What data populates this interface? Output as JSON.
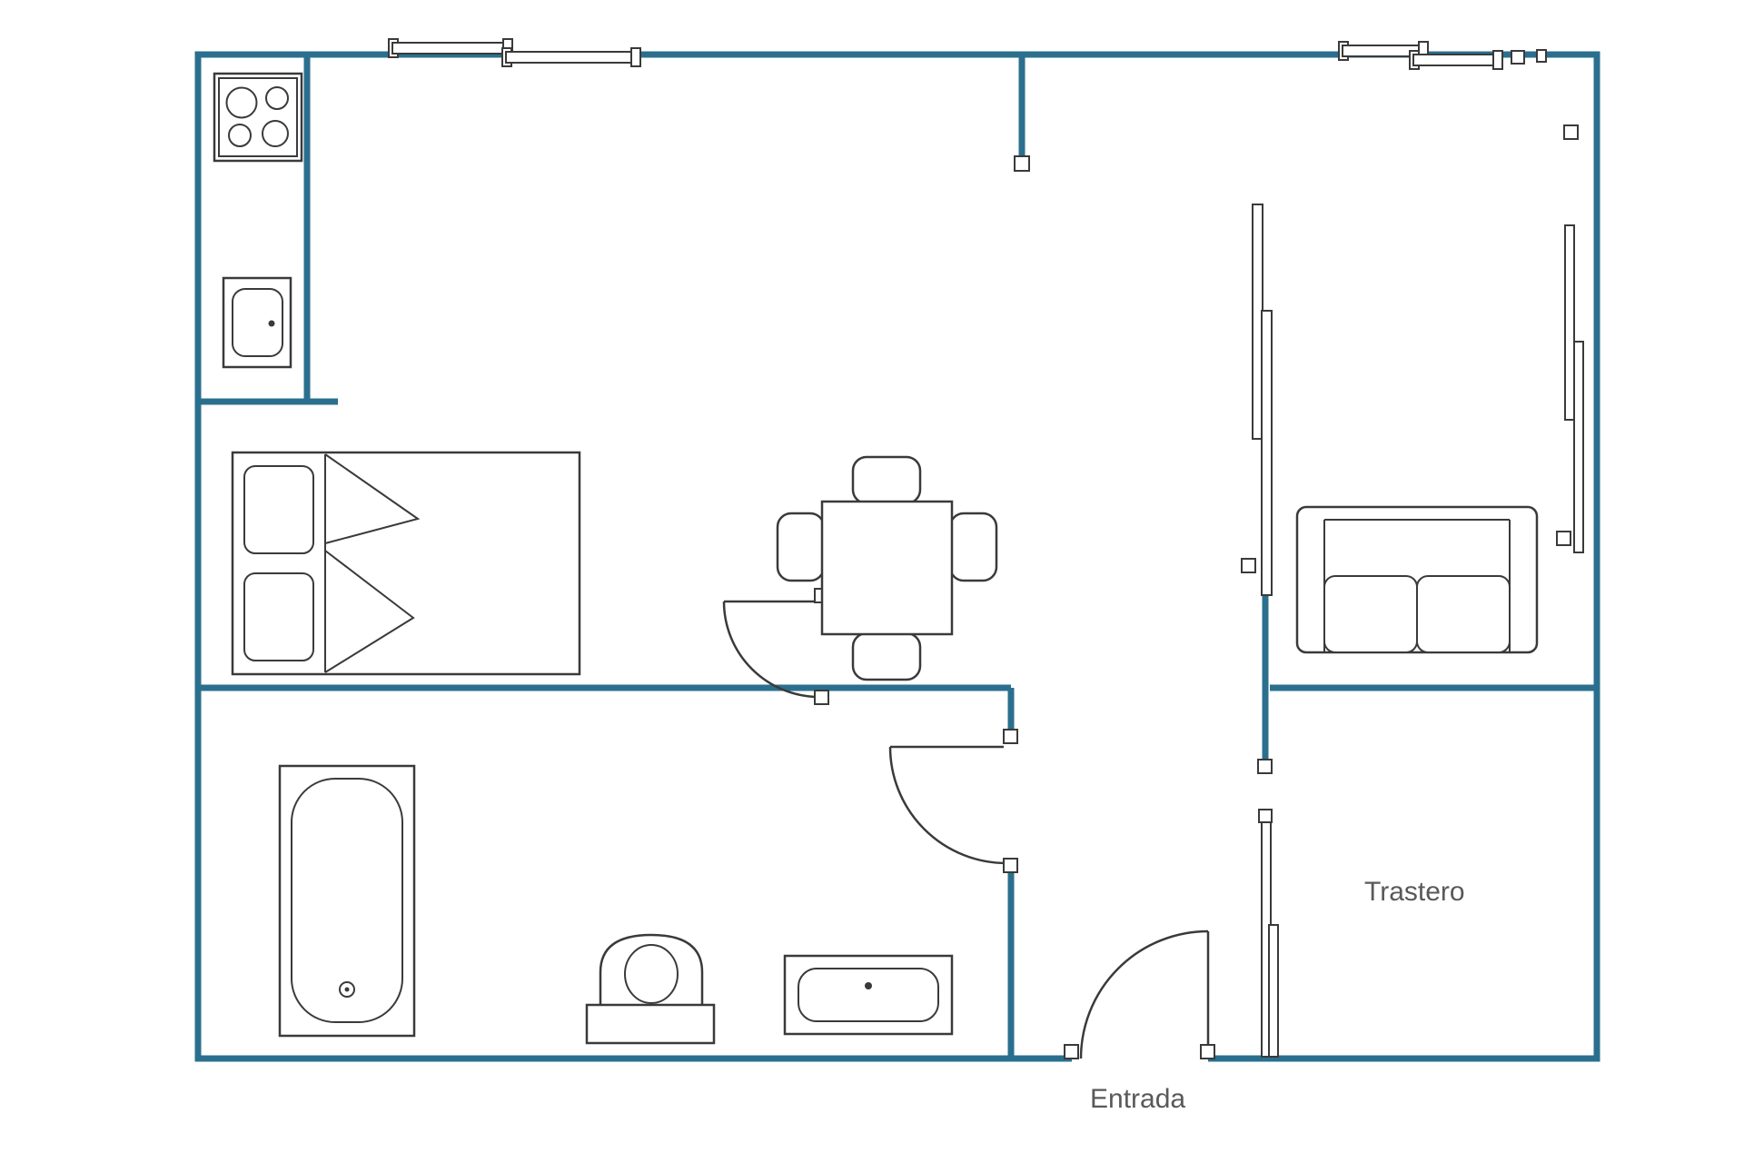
{
  "labels": {
    "trastero": "Trastero",
    "entrada": "Entrada"
  },
  "colors": {
    "wall": "#2b6f8e",
    "line": "#3a3a3a",
    "text": "#595959",
    "background": "#ffffff"
  },
  "diagram": {
    "type": "floor-plan",
    "furniture": [
      "stove",
      "kitchen-sink",
      "double-bed",
      "dining-table",
      "chair",
      "sofa",
      "bathtub",
      "toilet",
      "washbasin"
    ],
    "doors": [
      "interior-door",
      "bathroom-door",
      "entrance-door",
      "sliding-door"
    ],
    "windows": [
      "top-left-window",
      "top-right-window",
      "glass-wall-panels",
      "right-wall-window"
    ]
  }
}
